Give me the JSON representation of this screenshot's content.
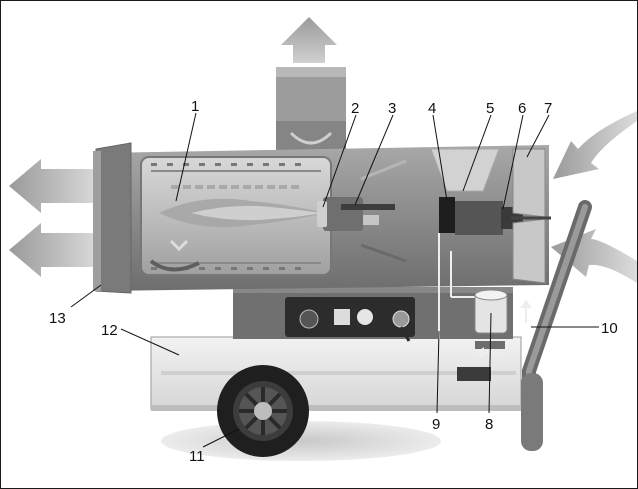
{
  "callouts": [
    {
      "id": "1",
      "label": "1"
    },
    {
      "id": "2",
      "label": "2"
    },
    {
      "id": "3",
      "label": "3"
    },
    {
      "id": "4",
      "label": "4"
    },
    {
      "id": "5",
      "label": "5"
    },
    {
      "id": "6",
      "label": "6"
    },
    {
      "id": "7",
      "label": "7"
    },
    {
      "id": "8",
      "label": "8"
    },
    {
      "id": "9",
      "label": "9"
    },
    {
      "id": "10",
      "label": "10"
    },
    {
      "id": "11",
      "label": "11"
    },
    {
      "id": "12",
      "label": "12"
    },
    {
      "id": "13",
      "label": "13"
    }
  ],
  "colors": {
    "arrow": "#a9a9a9",
    "body": "#8f8f8f",
    "body_dark": "#5e5e5e",
    "chamber": "#c9c9c9",
    "flame": "#b8b8b8",
    "tank": "#e7e7e7",
    "panel": "#3a3a3a"
  }
}
